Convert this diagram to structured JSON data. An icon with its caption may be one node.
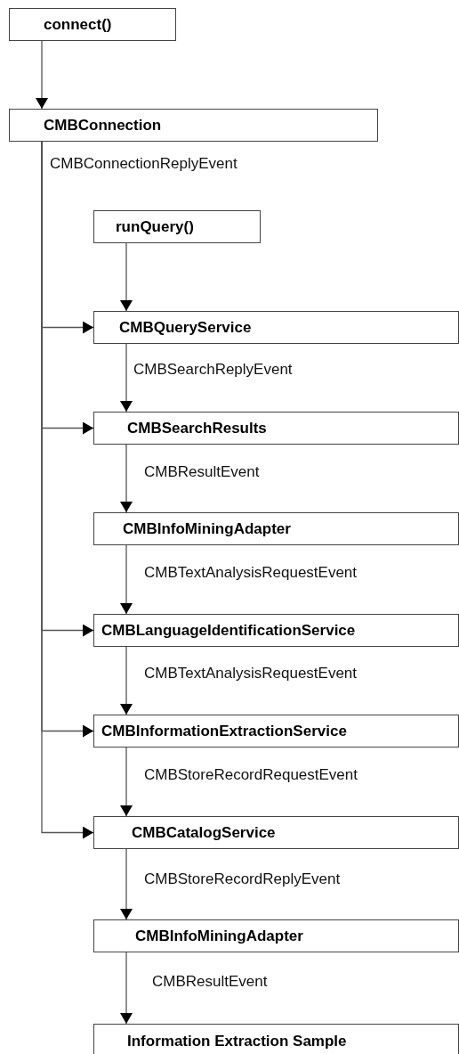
{
  "diagram": {
    "nodes": [
      {
        "text": [
          "connect()"
        ]
      },
      {
        "text": [
          "CMBConnection"
        ]
      },
      {
        "text": [
          "runQuery()"
        ]
      },
      {
        "text": [
          "CMBQueryService"
        ]
      },
      {
        "text": [
          "CMBSearchResults"
        ]
      },
      {
        "text": [
          "CMBInfoMiningAdapter"
        ]
      },
      {
        "text": [
          "CMBLanguageIdentificationService"
        ]
      },
      {
        "text": [
          "CMBInformationExtractionService"
        ]
      },
      {
        "text": [
          "CMBCatalogService"
        ]
      },
      {
        "text": [
          "CMBInfoMiningAdapter"
        ]
      },
      {
        "text": [
          "Information Extraction Sample"
        ]
      }
    ],
    "edges": [
      {
        "from": 0,
        "to": 1,
        "arrow": "to"
      },
      {
        "from": 1,
        "to": 3,
        "arrow": "to",
        "label": "CMBConnectionReplyEvent"
      },
      {
        "from": 1,
        "to": 4,
        "arrow": "to"
      },
      {
        "from": 1,
        "to": 6,
        "arrow": "to"
      },
      {
        "from": 1,
        "to": 7,
        "arrow": "to"
      },
      {
        "from": 1,
        "to": 8,
        "arrow": "to"
      },
      {
        "from": 2,
        "to": 3,
        "arrow": "to"
      },
      {
        "from": 3,
        "to": 4,
        "arrow": "to",
        "label": "CMBSearchReplyEvent"
      },
      {
        "from": 4,
        "to": 5,
        "arrow": "to",
        "label": "CMBResultEvent"
      },
      {
        "from": 5,
        "to": 6,
        "arrow": "to",
        "label": "CMBTextAnalysisRequestEvent"
      },
      {
        "from": 6,
        "to": 7,
        "arrow": "to",
        "label": "CMBTextAnalysisRequestEvent"
      },
      {
        "from": 7,
        "to": 8,
        "arrow": "to",
        "label": "CMBStoreRecordRequestEvent"
      },
      {
        "from": 8,
        "to": 9,
        "arrow": "to",
        "label": "CMBStoreRecordReplyEvent"
      },
      {
        "from": 9,
        "to": 10,
        "arrow": "to",
        "label": "CMBResultEvent"
      }
    ]
  }
}
